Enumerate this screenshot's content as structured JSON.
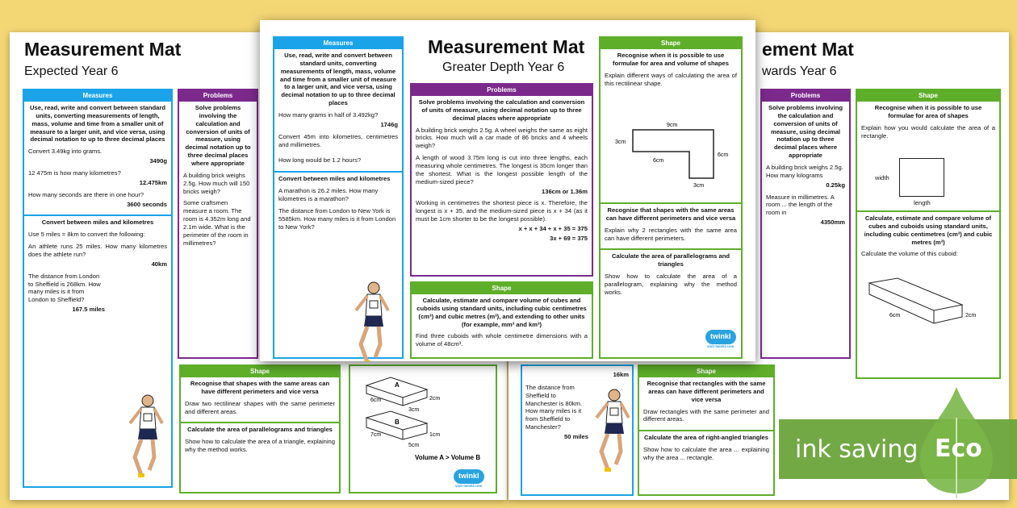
{
  "left_sheet": {
    "title": "Measurement Mat",
    "subtitle": "Expected Year 6",
    "measures": {
      "header": "Measures",
      "objective": "Use, read, write and convert between standard units, converting measurements of length, mass, volume and time from a smaller unit of measure to a larger unit, and vice versa, using decimal notation to up to three decimal places",
      "items": [
        {
          "q": "Convert 3.49kg into grams.",
          "a": "3490g"
        },
        {
          "q": "12 475m is how many kilometres?",
          "a": "12.475km"
        },
        {
          "q": "How many seconds are there in one hour?",
          "a": "3600 seconds"
        }
      ],
      "objective2": "Convert between miles and kilometres",
      "items2": [
        {
          "q": "Use 5 miles = 8km to convert the following:",
          "a": ""
        },
        {
          "q": "An athlete runs 25 miles. How many kilometres does the athlete run?",
          "a": "40km"
        },
        {
          "q": "The distance from London to Sheffield is 268km. How many miles is it from London to Sheffield?",
          "a": "167.5 miles"
        }
      ]
    },
    "problems": {
      "header": "Problems",
      "objective": "Solve problems involving the calculation and conversion of units of measure, using decimal notation up to three decimal places where appropriate",
      "q1": "A building brick weighs 2.5g. How much will 150 bricks weigh?",
      "q2": "Some craftsmen measure a room. The room is 4.352m long and 2.1m wide. What is the perimeter of the room in millimetres?"
    },
    "shape": {
      "header": "Shape",
      "objective": "Recognise that shapes with the same areas can have different perimeters and vice versa",
      "q1": "Draw two rectilinear shapes with the same perimeter and different areas.",
      "objective2": "Calculate the area of parallelograms and triangles",
      "q2": "Show how to calculate the area of a triangle, explaining why the method works."
    },
    "cuboids": {
      "a_label": "A",
      "a_dims": [
        "6cm",
        "2cm",
        "3cm"
      ],
      "b_label": "B",
      "b_dims": [
        "7cm",
        "1cm",
        "5cm"
      ],
      "answer": "Volume A > Volume B"
    },
    "logo": "twinkl",
    "url": "visit twinkl.com"
  },
  "center_sheet": {
    "title": "Measurement Mat",
    "subtitle": "Greater Depth Year 6",
    "measures": {
      "header": "Measures",
      "objective": "Use, read, write and convert between standard units, converting measurements of length, mass, volume and time from a smaller unit of measure to a larger unit, and vice versa, using decimal notation to up to three decimal places",
      "items": [
        {
          "q": "How many grams in half of 3.492kg?",
          "a": "1746g"
        },
        {
          "q": "Convert 45m into kilometres, centimetres and millimetres.",
          "a": ""
        },
        {
          "q": "How long would be 1.2 hours?",
          "a": ""
        }
      ],
      "objective2": "Convert between miles and kilometres",
      "items2": [
        {
          "q": "A marathon is 26.2 miles. How many kilometres is a marathon?"
        },
        {
          "q": "The distance from London to New York is 5585km. How many miles is it from London to New York?"
        }
      ]
    },
    "problems": {
      "header": "Problems",
      "objective": "Solve problems involving the calculation and conversion of units of measure, using decimal notation up to three decimal places where appropriate",
      "q1": "A building brick weighs 2.5g. A wheel weighs the same as eight bricks. How much will a car made of 86 bricks and 4 wheels weigh?",
      "q2": "A length of wood 3.75m long is cut into three lengths, each measuring whole centimetres. The longest is 35cm longer than the shortest. What is the longest possible length of the medium-sized piece?",
      "a2": "136cm or 1.36m",
      "working": "Working in centimetres the shortest piece is x. Therefore, the longest is x + 35, and the medium-sized piece is x + 34 (as it must be 1cm shorter to be the longest possible).",
      "eq1": "x + x + 34 + x + 35 = 375",
      "eq2": "3x + 69 = 375"
    },
    "shape": {
      "header": "Shape",
      "objective": "Calculate, estimate and compare volume of cubes and cuboids using standard units, including cubic centimetres (cm³) and cubic metres (m³), and extending to other units (for example, mm³ and km³)",
      "q1": "Find three cuboids with whole centimetre dimensions with a volume of 48cm³."
    },
    "shape_col": {
      "header": "Shape",
      "objective": "Recognise when it is possible to use formulae for area and volume of shapes",
      "q1": "Explain different ways of calculating the area of this rectilinear shape.",
      "dims": [
        "9cm",
        "3cm",
        "6cm",
        "6cm",
        "3cm"
      ],
      "objective2": "Recognise that shapes with the same areas can have different perimeters and vice versa",
      "q2": "Explain why 2 rectangles with the same area can have different perimeters.",
      "objective3": "Calculate the area of parallelograms and triangles",
      "q3": "Show how to calculate the area of a parallelogram, explaining why the method works."
    },
    "logo": "twinkl",
    "url": "visit twinkl.com"
  },
  "right_sheet": {
    "title": "ement Mat",
    "subtitle": "wards Year 6",
    "measures": {
      "a1": "16km",
      "q": "The distance from Sheffield to Manchester is 80km. How many miles is it from Sheffield to Manchester?",
      "a": "50 miles"
    },
    "problems": {
      "header": "Problems",
      "objective": "Solve problems involving the calculation and conversion of units of measure, using decimal notation up to three decimal places where appropriate",
      "q1": "A building brick weighs 2.5g. How many kilograms",
      "a1": "0.25kg",
      "q2": "Measure in millimetres. A room ... the length of the room in",
      "a2": "4350mm"
    },
    "shape": {
      "header": "Shape",
      "objective": "Recognise that rectangles with the same areas can have different perimeters and vice versa",
      "q1": "Draw rectangles with the same perimeter and different areas.",
      "objective2": "Calculate the area of right-angled triangles",
      "q2": "Show how to calculate the area ... explaining why the area ... rectangle."
    },
    "shape_col": {
      "header": "Shape",
      "objective": "Recognise when it is possible to use formulae for area of shapes",
      "q1": "Explain how you would calculate the area of a rectangle.",
      "width_label": "width",
      "length_label": "length",
      "objective2": "Calculate, estimate and compare volume of cubes and cuboids using standard units, including cubic centimetres (cm³) and cubic metres (m³)",
      "q2": "Calculate the volume of this cuboid:",
      "dims": [
        "6cm",
        "2cm"
      ]
    }
  },
  "badge": {
    "text": "ink saving",
    "label": "Eco",
    "color": "#6aa43a"
  }
}
